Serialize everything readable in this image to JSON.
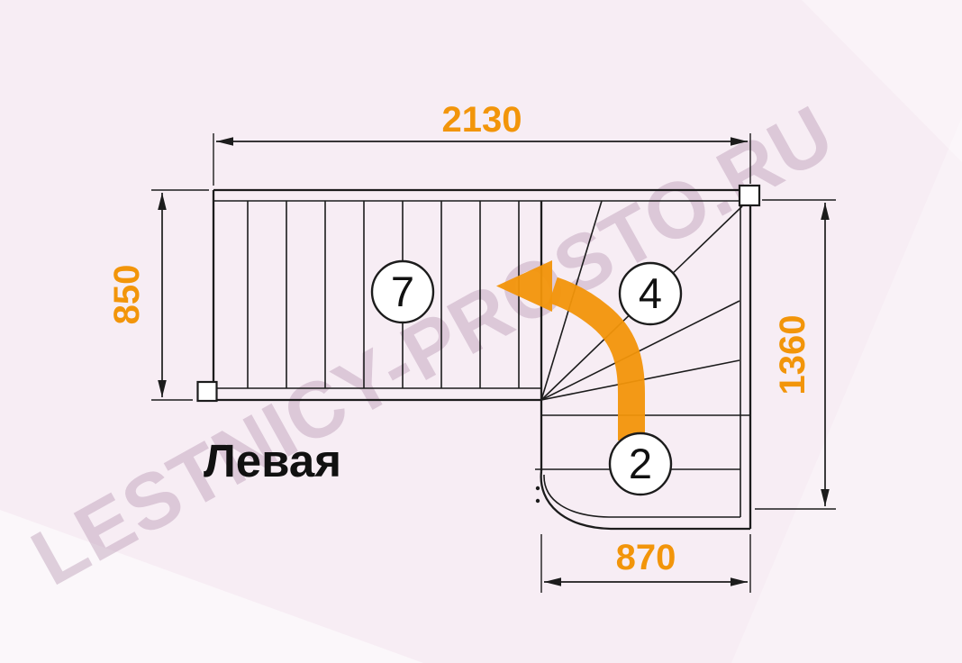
{
  "diagram": {
    "type": "staircase-plan-top-view",
    "title": "Левая",
    "watermark": "LESTNICY-PROSTO.RU",
    "dimensions_mm": {
      "top_width": "2130",
      "left_height": "850",
      "right_height": "1360",
      "bottom_width": "870"
    },
    "step_counts": {
      "upper_straight_flight": "7",
      "winder_steps": "4",
      "lower_flight": "2"
    },
    "colors": {
      "dimension_text": "#F2950A",
      "direction_arrow": "#F2950A",
      "drawing_lines": "#1c1c1c",
      "background": "#f7edf4",
      "watermark": "#b492af"
    }
  }
}
